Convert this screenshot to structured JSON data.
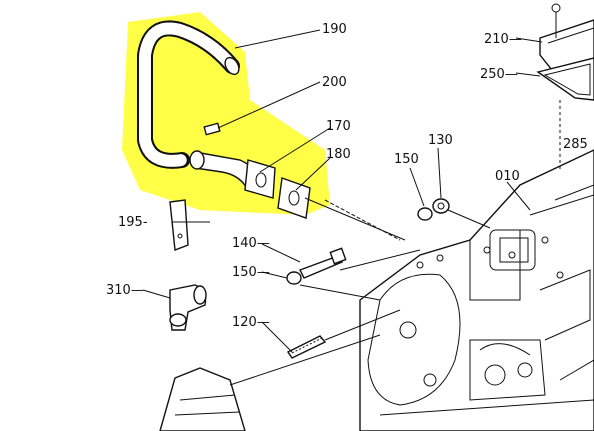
{
  "highlight_color": "#ffff33",
  "callouts": [
    {
      "id": "190",
      "text": "190"
    },
    {
      "id": "200",
      "text": "200"
    },
    {
      "id": "170",
      "text": "170"
    },
    {
      "id": "180",
      "text": "180"
    },
    {
      "id": "130",
      "text": "130"
    },
    {
      "id": "150a",
      "text": "150"
    },
    {
      "id": "010",
      "text": "010"
    },
    {
      "id": "210",
      "text": "210—"
    },
    {
      "id": "250",
      "text": "250—"
    },
    {
      "id": "285",
      "text": "285"
    },
    {
      "id": "195",
      "text": "195-"
    },
    {
      "id": "140",
      "text": "140—"
    },
    {
      "id": "150b",
      "text": "150—"
    },
    {
      "id": "310",
      "text": "310—"
    },
    {
      "id": "120",
      "text": "120—"
    }
  ]
}
